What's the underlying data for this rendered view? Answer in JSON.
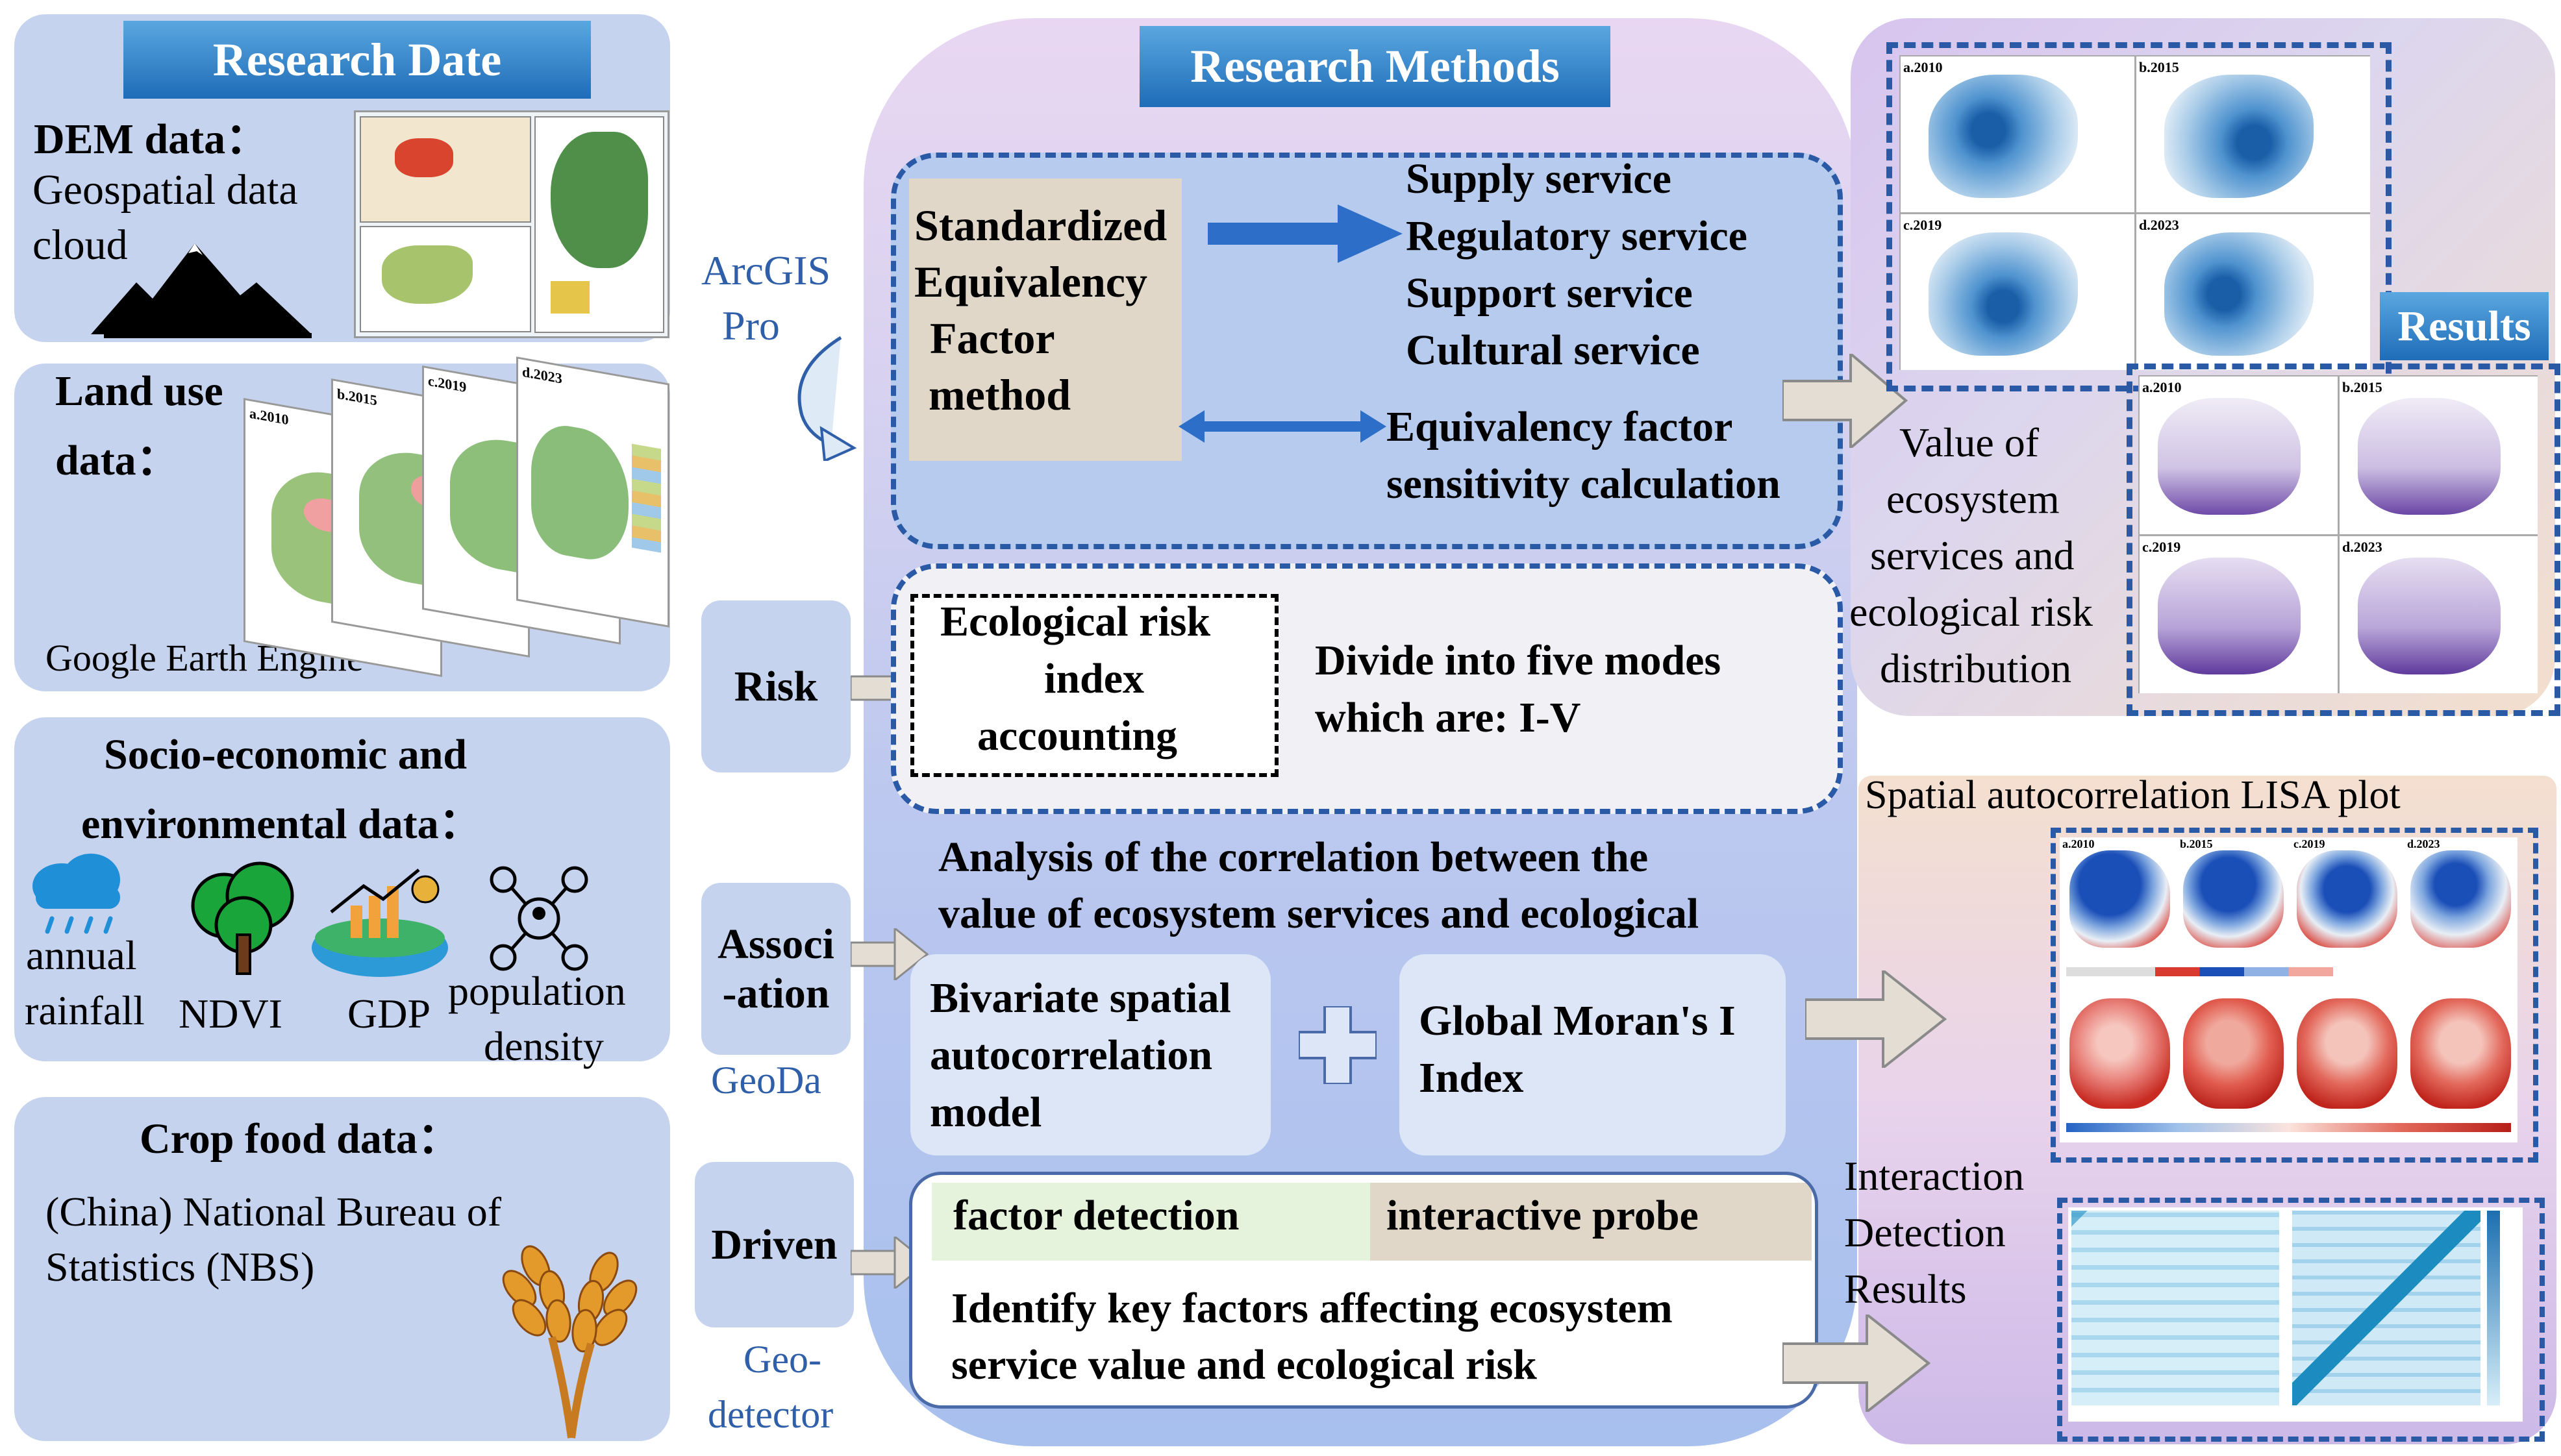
{
  "left": {
    "banner": "Research Date",
    "dem": {
      "title": "DEM data：",
      "desc_line1": "Geospatial data",
      "desc_line2": "cloud"
    },
    "land": {
      "title_line1": "Land use",
      "title_line2": "data：",
      "source": "Google Earth Engine",
      "years": [
        "a.2010",
        "b.2015",
        "c.2019",
        "d.2023"
      ]
    },
    "socio": {
      "title_line1": "Socio-economic and",
      "title_line2": "environmental data：",
      "items": {
        "rain1": "annual",
        "rain2": "rainfall",
        "ndvi": "NDVI",
        "gdp": "GDP",
        "pop1": "population",
        "pop2": "density"
      }
    },
    "crop": {
      "title": "Crop food data：",
      "line1": "(China) National Bureau of",
      "line2": "Statistics (NBS)"
    }
  },
  "middle": {
    "banner": "Research Methods",
    "arcgis_line1": "ArcGIS",
    "arcgis_line2": "Pro",
    "method_lines": [
      "Standardized",
      "Equivalency",
      "Factor",
      "method"
    ],
    "services": [
      "Supply service",
      "Regulatory service",
      "Support service",
      "Cultural service"
    ],
    "sensitivity_line1": "Equivalency factor",
    "sensitivity_line2": "sensitivity calculation",
    "risk_label": "Risk",
    "risk_box": [
      "Ecological risk",
      "index",
      "accounting"
    ],
    "modes_line1": "Divide into five modes",
    "modes_line2": "which are: I-V",
    "assoc_label_line1": "Associ",
    "assoc_label_line2": "-ation",
    "geoda": "GeoDa",
    "correlation_line1": "Analysis of the correlation between the",
    "correlation_line2": "value of ecosystem services and ecological",
    "bivariate": [
      "Bivariate spatial",
      "autocorrelation",
      "model"
    ],
    "moran_line1": "Global Moran's I",
    "moran_line2": "Index",
    "driven_label": "Driven",
    "geodetector_line1": "Geo-",
    "geodetector_line2": "detector",
    "factor_detection": "factor detection",
    "interactive_probe": "interactive probe",
    "identify_line1": "Identify key factors affecting ecosystem",
    "identify_line2": "service value and ecological risk"
  },
  "right": {
    "results_banner": "Results",
    "value_text": [
      "Value of",
      "ecosystem",
      "services and",
      "ecological risk",
      "distribution"
    ],
    "esv_maps": [
      "a.2010",
      "b.2015",
      "c.2019",
      "d.2023"
    ],
    "risk_maps": [
      "a.2010",
      "b.2015",
      "c.2019",
      "d.2023"
    ],
    "lisa_title": "Spatial autocorrelation LISA plot",
    "lisa_years": [
      "a.2010",
      "b.2015",
      "c.2019",
      "d.2023"
    ],
    "interaction_text": [
      "Interaction",
      "Detection",
      "Results"
    ]
  },
  "colors": {
    "panel": "#c5d3ef",
    "banner": "#1f6cb8",
    "dash": "#2a5aa6",
    "arrow": "#e3ddd3",
    "blue_arrow": "#2d6fc8"
  }
}
